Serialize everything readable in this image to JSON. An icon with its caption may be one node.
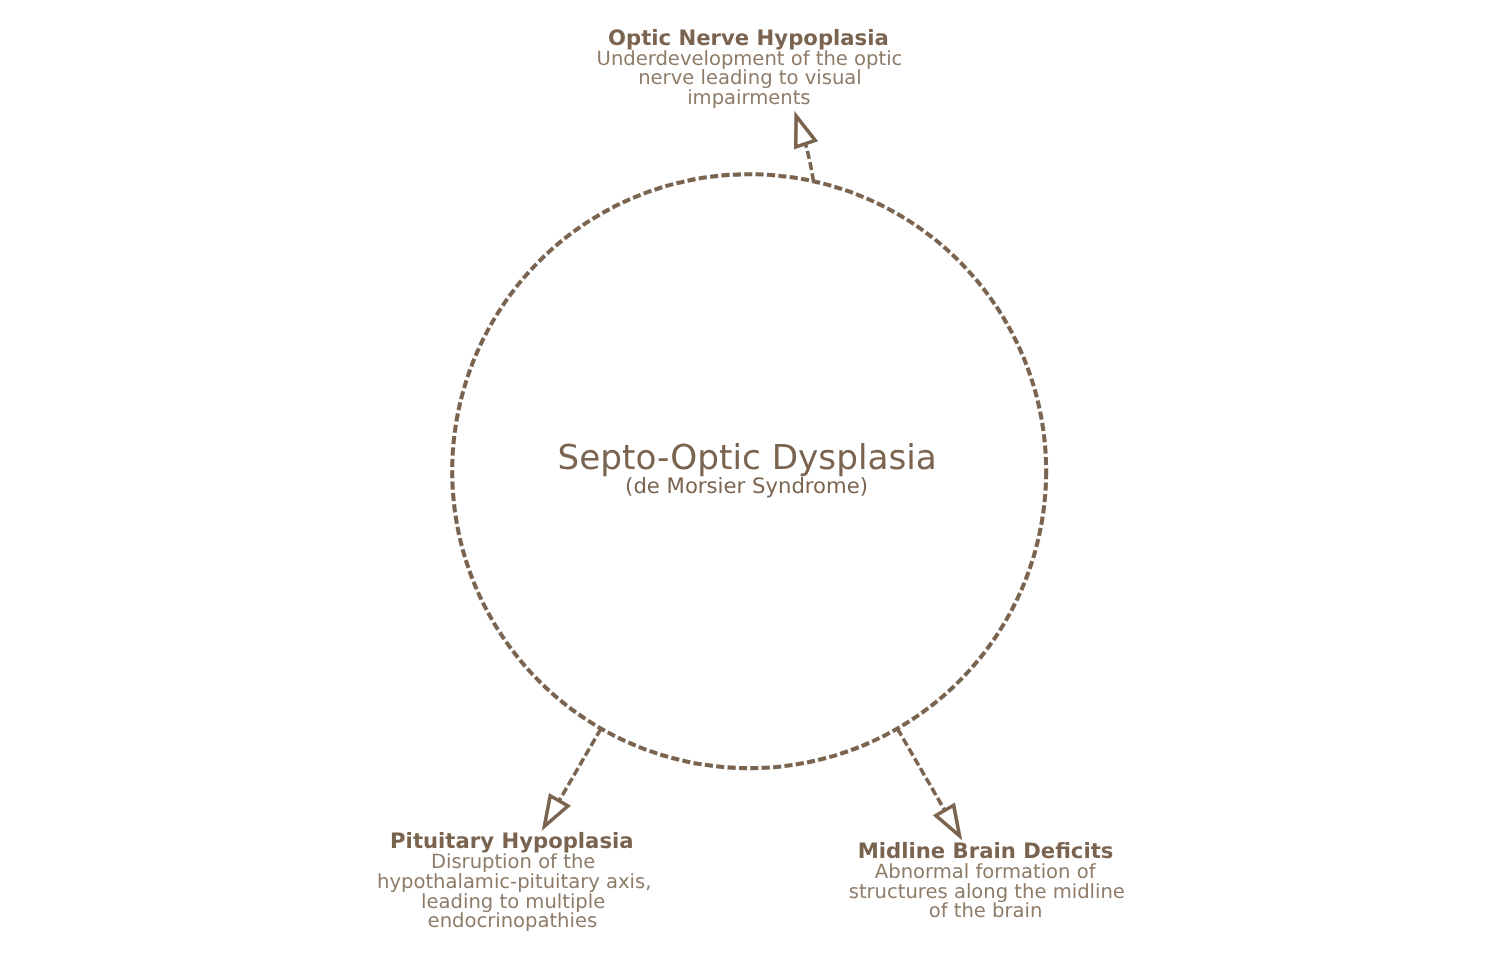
{
  "diagram": {
    "nodes": [
      {
        "text": [
          "Septo-Optic Dysplasia",
          "(de Morsier Syndrome)"
        ]
      },
      {
        "text": [
          "Optic Nerve Hypoplasia",
          "Underdevelopment of the optic nerve leading to visual impairments"
        ]
      },
      {
        "text": [
          "Pituitary Hypoplasia",
          "Disruption of the hypothalamic-pituitary axis, leading to multiple endocrinopathies"
        ]
      },
      {
        "text": [
          "Midline Brain Deficits",
          "Abnormal formation of structures along the midline of the brain"
        ]
      }
    ],
    "edges": [
      {
        "from": 0,
        "to": 1,
        "arrow": "to",
        "style": "dashed"
      },
      {
        "from": 0,
        "to": 2,
        "arrow": "to",
        "style": "dashed"
      },
      {
        "from": 0,
        "to": 3,
        "arrow": "to",
        "style": "dashed"
      }
    ]
  }
}
